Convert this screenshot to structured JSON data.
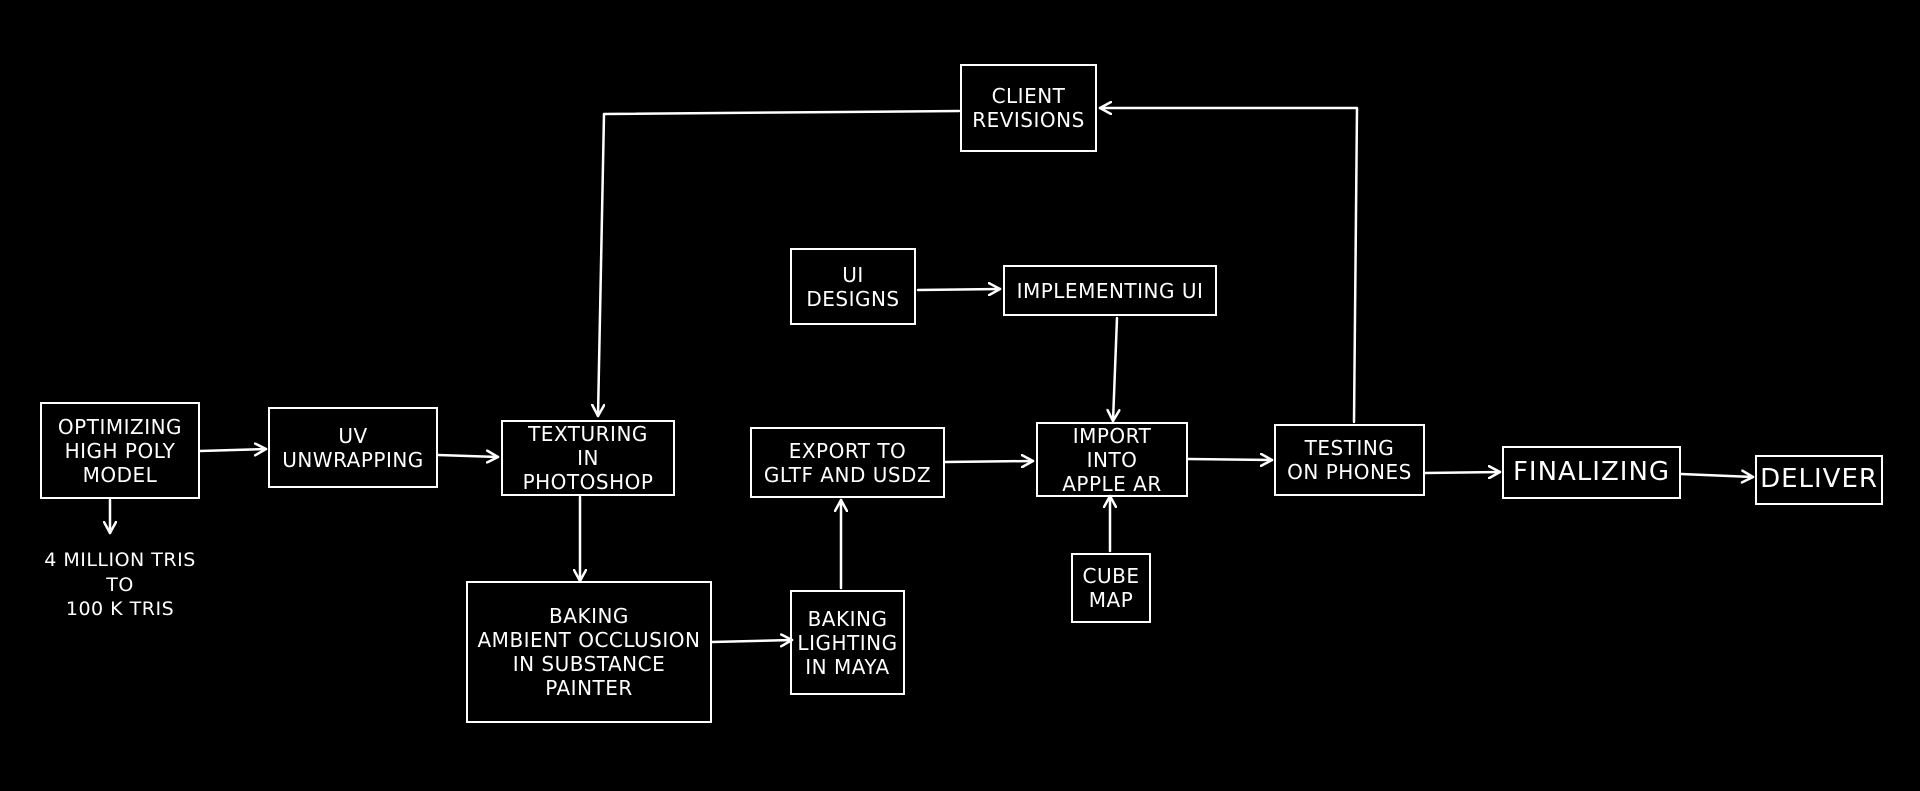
{
  "colors": {
    "background": "#000000",
    "ink": "#ffffff"
  },
  "nodes": {
    "optimizing": "OPTIMIZING\nHIGH POLY\nMODEL",
    "uv": "UV\nUNWRAPPING",
    "texturing": "TEXTURING\nIN PHOTOSHOP",
    "baking_ao": "BAKING\nAMBIENT OCCLUSION\nIN SUBSTANCE\nPAINTER",
    "baking_lighting": "BAKING\nLIGHTING\nIN MAYA",
    "export": "EXPORT TO\nGLTF AND USDZ",
    "ui_designs": "UI\nDESIGNS",
    "implementing_ui": "IMPLEMENTING UI",
    "import_ar": "IMPORT INTO\nAPPLE AR",
    "cube_map": "CUBE\nMAP",
    "client_revisions": "CLIENT\nREVISIONS",
    "testing": "TESTING\nON PHONES",
    "finalizing": "FINALIZING",
    "deliver": "DELIVER"
  },
  "notes": {
    "tris": "4 MILLION TRIS\nTO\n100 K TRIS"
  },
  "edges": [
    {
      "from": "optimizing",
      "to": "uv"
    },
    {
      "from": "uv",
      "to": "texturing"
    },
    {
      "from": "texturing",
      "to": "baking_ao"
    },
    {
      "from": "baking_ao",
      "to": "baking_lighting"
    },
    {
      "from": "baking_lighting",
      "to": "export"
    },
    {
      "from": "export",
      "to": "import_ar"
    },
    {
      "from": "ui_designs",
      "to": "implementing_ui"
    },
    {
      "from": "implementing_ui",
      "to": "import_ar"
    },
    {
      "from": "cube_map",
      "to": "import_ar"
    },
    {
      "from": "import_ar",
      "to": "testing"
    },
    {
      "from": "testing",
      "to": "finalizing"
    },
    {
      "from": "finalizing",
      "to": "deliver"
    },
    {
      "from": "testing",
      "to": "client_revisions"
    },
    {
      "from": "client_revisions",
      "to": "texturing"
    },
    {
      "from": "optimizing",
      "to": "tris"
    }
  ]
}
